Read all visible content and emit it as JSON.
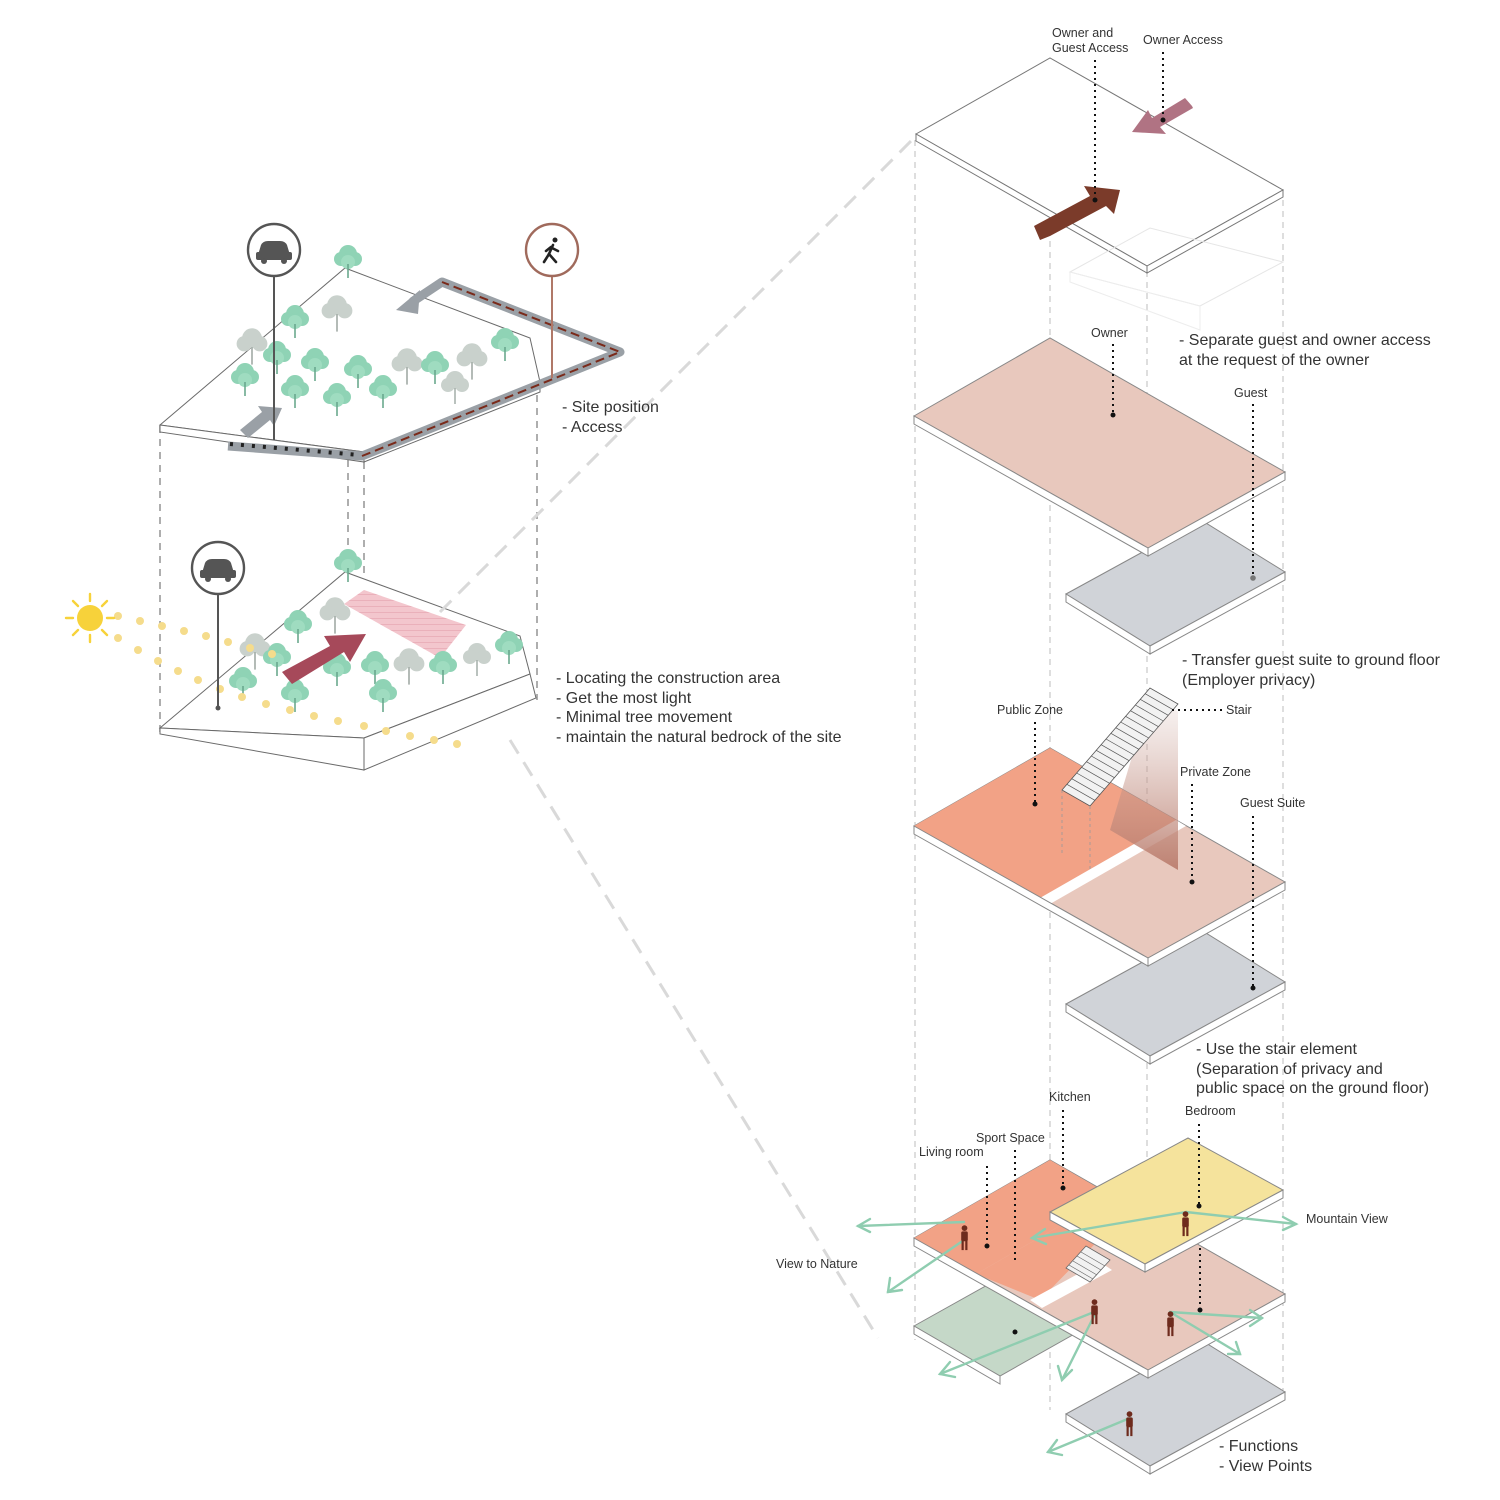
{
  "site_notes": {
    "position": [
      "- Site position",
      "- Access"
    ],
    "construction": [
      "- Locating the construction area",
      "- Get the most light",
      "- Minimal tree movement",
      "- maintain the natural bedrock of the site"
    ]
  },
  "access_layer": {
    "owner_guest_access": [
      "Owner and",
      "Guest Access"
    ],
    "owner_access": "Owner Access"
  },
  "separation_layer": {
    "owner": "Owner",
    "guest": "Guest",
    "note": [
      "- Separate guest and owner access",
      "at the request of the owner"
    ]
  },
  "transfer_note": [
    "- Transfer guest suite to ground floor",
    "(Employer privacy)"
  ],
  "zoning_layer": {
    "public_zone": "Public Zone",
    "stair": "Stair",
    "private_zone": "Private Zone",
    "guest_suite": "Guest Suite",
    "note": [
      "- Use the stair element",
      "(Separation of privacy and",
      "public space on the ground floor)"
    ]
  },
  "functions_layer": {
    "kitchen": "Kitchen",
    "bedroom": "Bedroom",
    "sport_space": "Sport Space",
    "living_room": "Living room",
    "mountain_view": "Mountain View",
    "view_to_nature": "View to Nature",
    "note": [
      "- Functions",
      "- View Points"
    ]
  },
  "icons": [
    "car-icon",
    "pedestrian-icon",
    "sun-icon",
    "tree-icon",
    "person-icon"
  ],
  "colors": {
    "salmon_light": "#e8c8bd",
    "salmon_strong": "#f2a286",
    "gray_slab": "#d0d3d8",
    "yellow_slab": "#f5e39c",
    "green_slab": "#c5d8c8",
    "access_arrow": "#7b3b2a",
    "owner_arrow": "#a85a6a",
    "view_arrow": "#8fcdb0",
    "tree": "#8fd3b5",
    "sun": "#f7d23a",
    "path_gray": "#9aa0a6"
  }
}
